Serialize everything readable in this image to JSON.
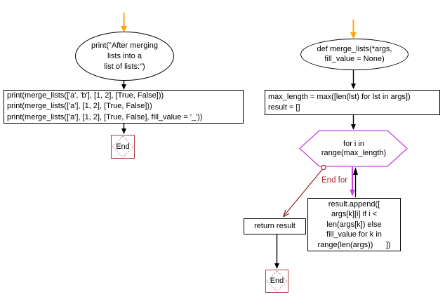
{
  "diagram": {
    "left": {
      "start": "print(\"After merging\nlists into a\nlist of lists:\")",
      "statements": "print(merge_lists(['a', 'b'], [1, 2], [True, False]))\nprint(merge_lists(['a'], [1, 2], [True, False]))\nprint(merge_lists(['a'], [1, 2], [True, False], fill_value = '_'))",
      "end": "End"
    },
    "right": {
      "def": "def merge_lists(*args,\nfill_value = None)",
      "init": "max_length = max([len(lst) for lst in args])\nresult = []",
      "loop": "for i in\nrange(max_length)",
      "body": "result.append([\nargs[k][i] if i <\nlen(args[k]) else\nfill_value for k in\nrange(len(args))      ])",
      "end_for": "End for",
      "return": "return result",
      "end": "End"
    }
  },
  "colors": {
    "start_arrow": "#FFA500",
    "connector": "#000000",
    "loop_shape": "#C341DC",
    "loop_label": "#A52A2A",
    "loop_exit": "#8B2A2A",
    "terminal": "#AA4444",
    "terminal_inner": "#C87E7E"
  }
}
